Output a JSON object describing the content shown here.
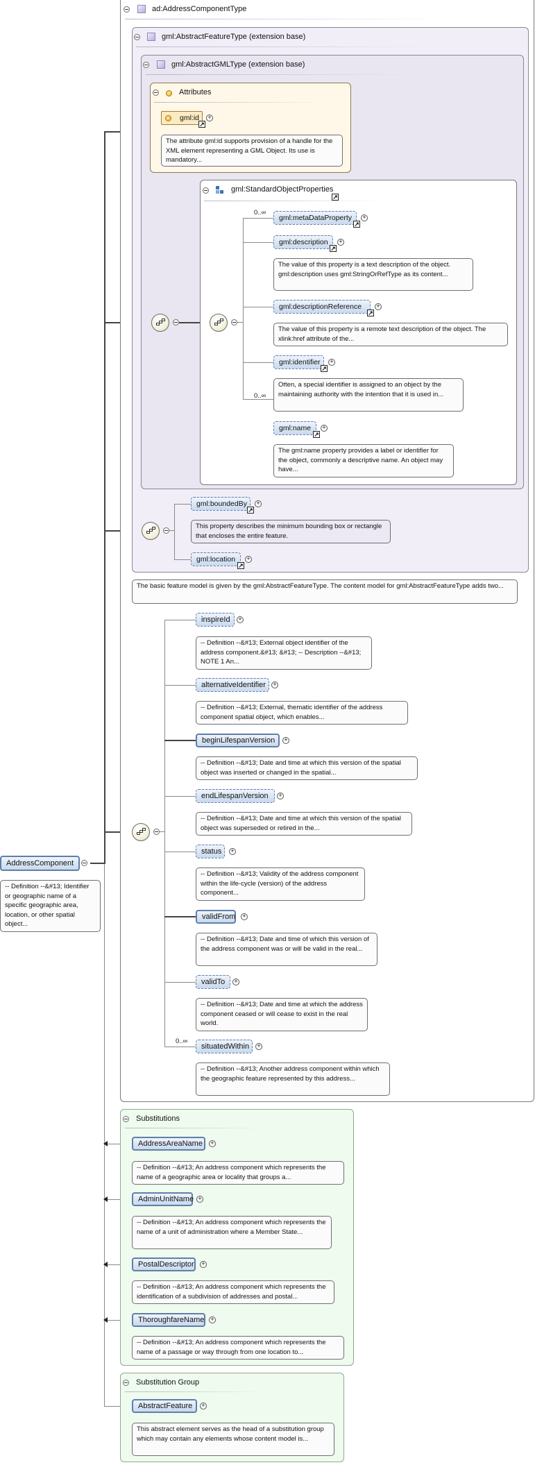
{
  "root": {
    "name": "AddressComponent",
    "doc": "-- Definition --&#13; Identifier or geographic name of a specific geographic area, location, or other spatial object..."
  },
  "types": {
    "address_component_type": "ad:AddressComponentType",
    "abstract_feature_type": "gml:AbstractFeatureType (extension base)",
    "abstract_gml_type": "gml:AbstractGMLType (extension base)"
  },
  "attributes": {
    "title": "Attributes",
    "id_name": "gml:id",
    "id_doc": "The attribute gml:id supports provision of a handle for the XML element representing a GML Object. Its use is mandatory..."
  },
  "standard_object_properties": {
    "title": "gml:StandardObjectProperties",
    "items": [
      {
        "name": "gml:metaDataProperty",
        "occurs": "0..∞",
        "doc": ""
      },
      {
        "name": "gml:description",
        "occurs": "",
        "doc": "The value of this property is a text description of the object. gml:description uses gml:StringOrRefType as its content..."
      },
      {
        "name": "gml:descriptionReference",
        "occurs": "",
        "doc": "The value of this property is a remote text description of the object. The xlink:href attribute of the..."
      },
      {
        "name": "gml:identifier",
        "occurs": "",
        "doc": "Often, a special identifier is assigned to an object by the maintaining authority with the intention that it is used in..."
      },
      {
        "name": "gml:name",
        "occurs": "0..∞",
        "doc": "The gml:name property provides a label or identifier for the object, commonly a descriptive name. An object may have..."
      }
    ]
  },
  "feature_props": {
    "bounded_by": "gml:boundedBy",
    "bounded_by_doc": "This property describes the minimum bounding box or rectangle that encloses the entire feature.",
    "location": "gml:location"
  },
  "feature_type_doc": "The basic feature model is given by the gml:AbstractFeatureType. The content model for gml:AbstractFeatureType adds two...",
  "sequence": [
    {
      "name": "inspireId",
      "occurs": "",
      "doc": "-- Definition --&#13; External object identifier of the address component.&#13; &#13; -- Description --&#13; NOTE 1 An..."
    },
    {
      "name": "alternativeIdentifier",
      "occurs": "",
      "doc": "-- Definition --&#13; External, thematic identifier of the address component spatial object, which enables..."
    },
    {
      "name": "beginLifespanVersion",
      "occurs": "",
      "doc": "-- Definition --&#13; Date and time at which this version of the spatial object was inserted or changed in the spatial..."
    },
    {
      "name": "endLifespanVersion",
      "occurs": "",
      "doc": "-- Definition --&#13; Date and time at which this version of the spatial object was superseded or retired in the..."
    },
    {
      "name": "status",
      "occurs": "",
      "doc": "-- Definition --&#13; Validity of the address component within the life-cycle (version) of the address component..."
    },
    {
      "name": "validFrom",
      "occurs": "",
      "doc": "-- Definition --&#13; Date and time of which this version of the address component was or will be valid in the real..."
    },
    {
      "name": "validTo",
      "occurs": "",
      "doc": "-- Definition --&#13; Date and time at which the address component ceased or will cease to exist in the real world."
    },
    {
      "name": "situatedWithin",
      "occurs": "0..∞",
      "doc": "-- Definition --&#13; Another address component within which the geographic feature represented by this address..."
    }
  ],
  "substitutions": {
    "title": "Substitutions",
    "items": [
      {
        "name": "AddressAreaName",
        "doc": "-- Definition --&#13; An address component which represents the name of a geographic area or locality that groups a..."
      },
      {
        "name": "AdminUnitName",
        "doc": "-- Definition --&#13; An address component which represents the name of a unit of administration where a Member State..."
      },
      {
        "name": "PostalDescriptor",
        "doc": "-- Definition --&#13; An address component which represents the identification of a subdivision of addresses and postal..."
      },
      {
        "name": "ThoroughfareName",
        "doc": "-- Definition --&#13; An address component which represents the name of a passage or way through from one location to..."
      }
    ]
  },
  "substitution_group": {
    "title": "Substitution Group",
    "name": "AbstractFeature",
    "doc": "This abstract element serves as the head of a substitution group which may contain any elements whose content model is..."
  }
}
